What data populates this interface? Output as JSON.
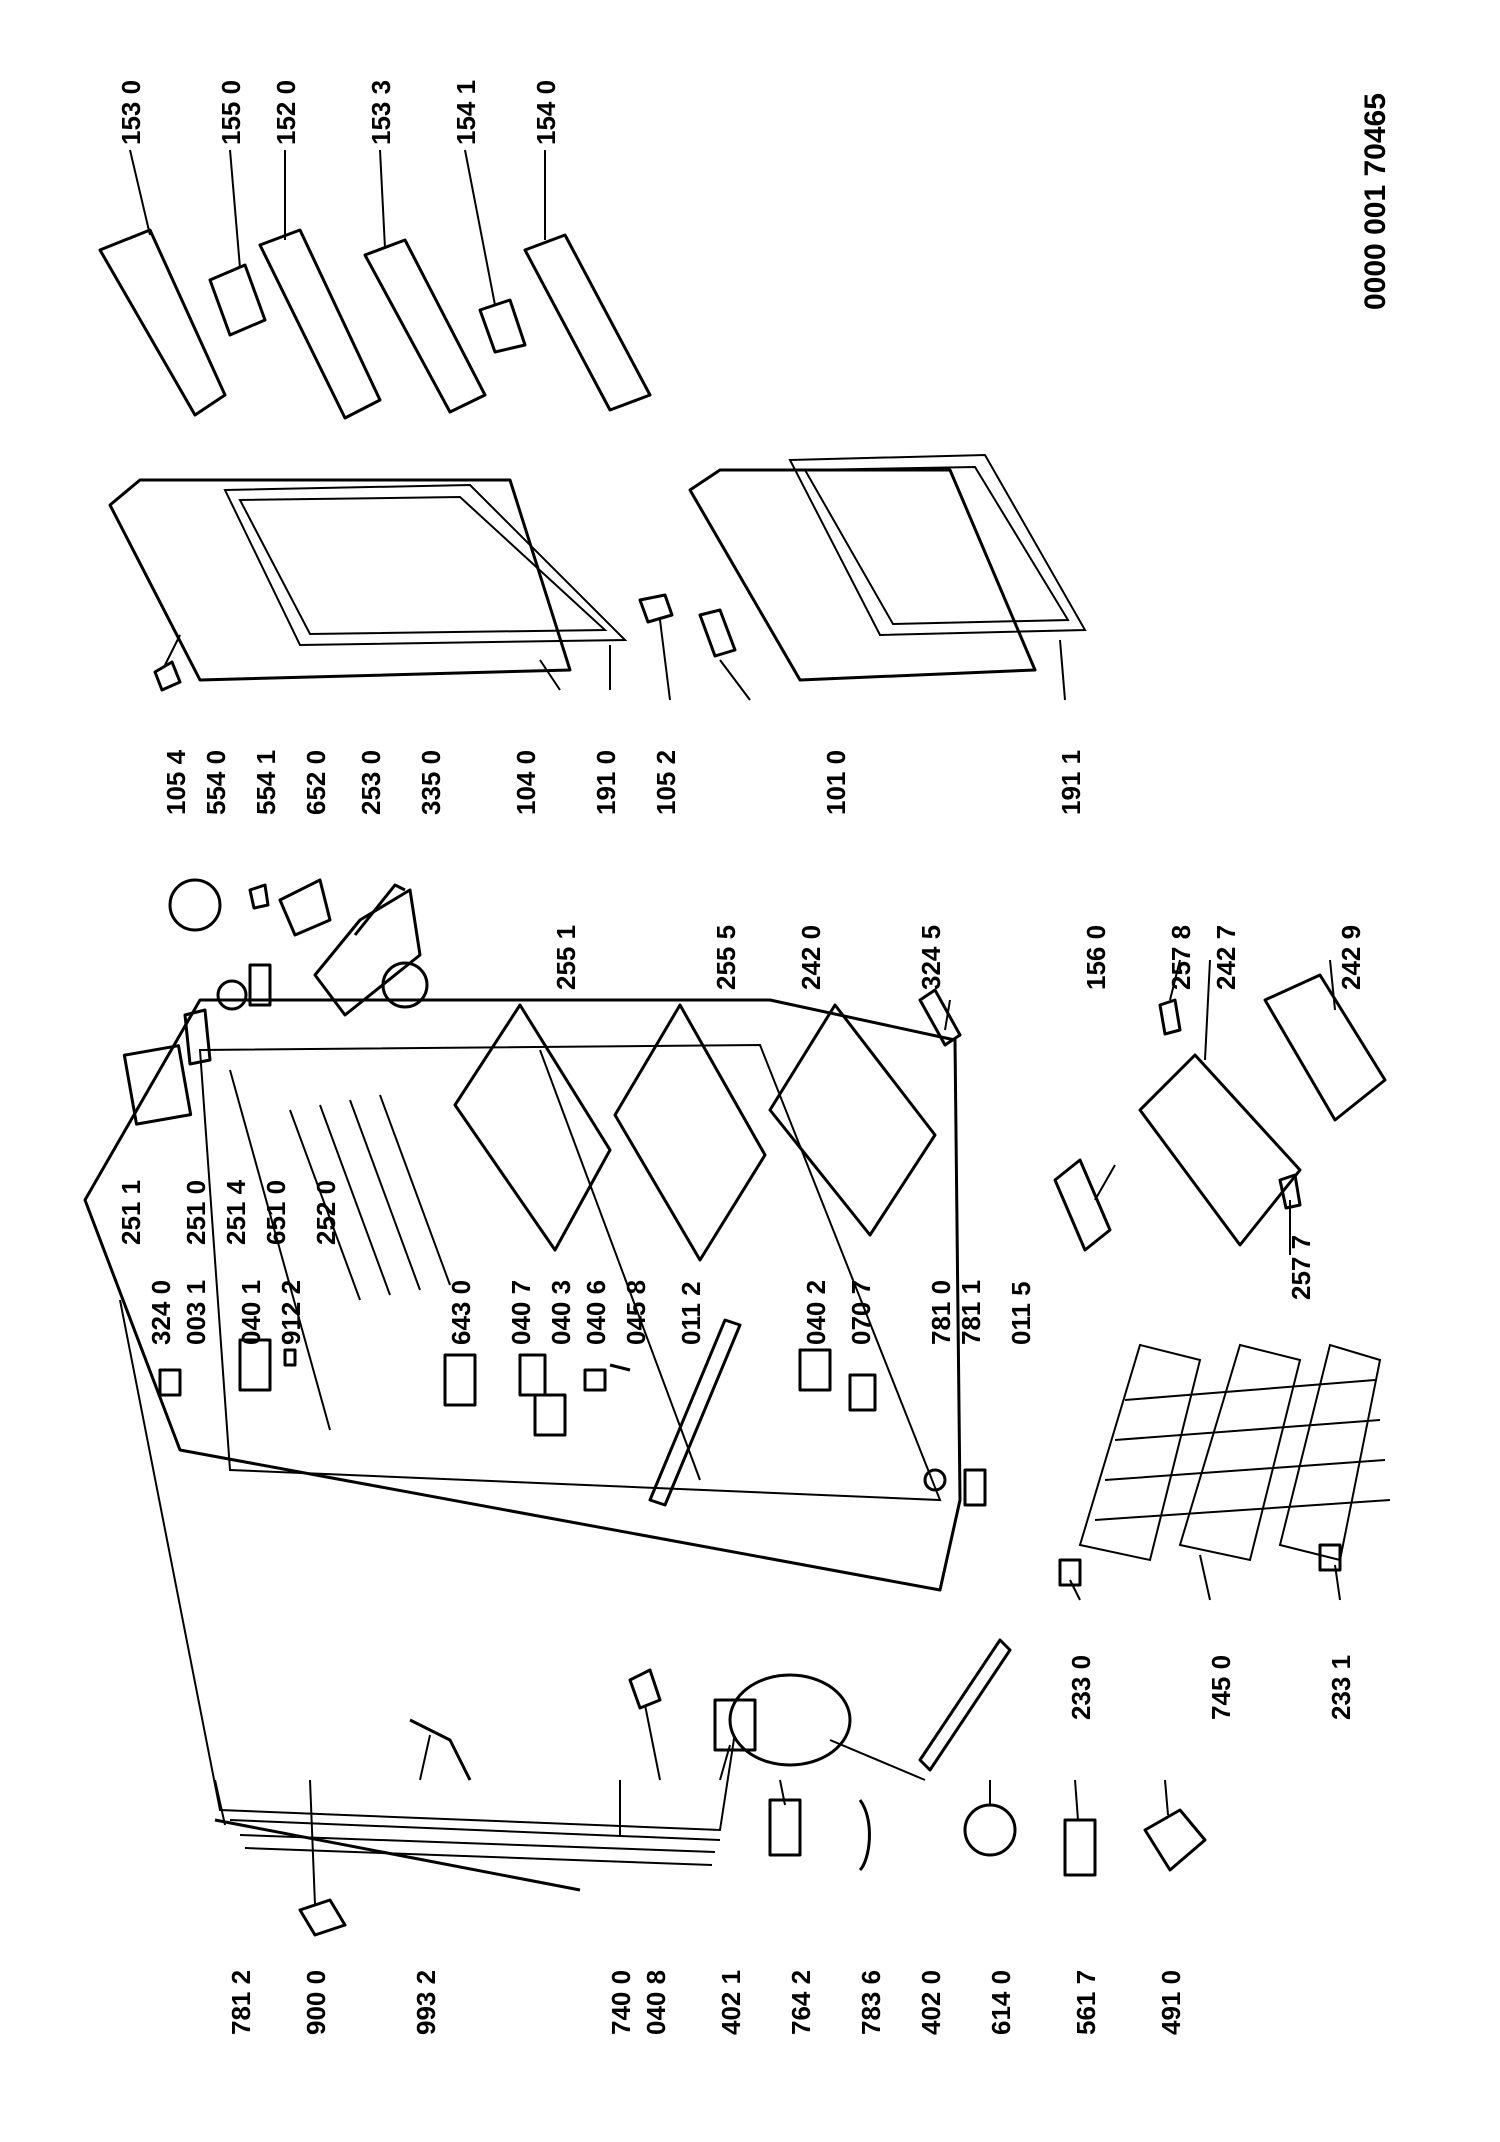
{
  "diagram": {
    "code": "0000 001 70465",
    "part_labels": [
      "153 0",
      "155 0",
      "152 0",
      "153 3",
      "154 1",
      "154 0",
      "105 4",
      "554 0",
      "554 1",
      "652 0",
      "253 0",
      "335 0",
      "104 0",
      "191 0",
      "105 2",
      "101 0",
      "191 1",
      "251 1",
      "251 0",
      "251 4",
      "651 0",
      "252 0",
      "255 1",
      "255 5",
      "242 0",
      "324 5",
      "156 0",
      "257 8",
      "242 7",
      "242 9",
      "257 7",
      "324 0",
      "003 1",
      "040 1",
      "912 2",
      "643 0",
      "040 7",
      "040 3",
      "040 6",
      "045 8",
      "011 2",
      "040 2",
      "070 7",
      "781 0",
      "781 1",
      "011 5",
      "233 0",
      "745 0",
      "233 1",
      "781 2",
      "900 0",
      "993 2",
      "740 0",
      "040 8",
      "402 1",
      "764 2",
      "783 6",
      "402 0",
      "614 0",
      "561 7",
      "491 0"
    ]
  }
}
